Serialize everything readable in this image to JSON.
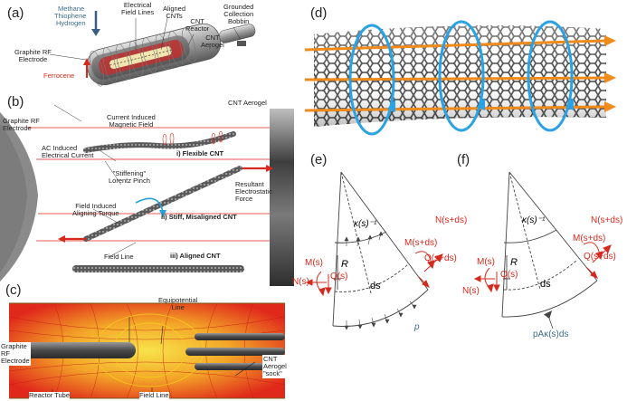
{
  "panel_a": {
    "label": "(a)",
    "gases": [
      "Methane",
      "Thiophene",
      "Hydrogen"
    ],
    "electrical_field_lines": "Electrical\nField Lines",
    "aligned_cnts": "Aligned\nCNTs",
    "cnt_reactor": "CNT\nReactor",
    "grounded_bobbin": "Grounded\nCollection\nBobbin",
    "cnt_aerogel": "CNT\nAerogel",
    "graphite_electrode": "Graphite RF\nElectrode",
    "ferrocene": "Ferrocene"
  },
  "panel_b": {
    "label": "(b)",
    "cnt_aerogel": "CNT Aerogel",
    "graphite_electrode": "Graphite RF\nElectrode",
    "current_induced_field": "Current Induced\nMagnetic Field",
    "ac_current": "AC Induced\nElectrical Current",
    "stiffening": "\"Stiffening\"\nLorentz Pinch",
    "flexible": "i) Flexible CNT",
    "resultant_force": "Resultant\nElectrostatic\nForce",
    "aligning_torque": "Field Induced\nAligning Torque",
    "misaligned": "ii) Stiff, Misaligned CNT",
    "field_line": "Field Line",
    "aligned": "iii) Aligned CNT"
  },
  "panel_c": {
    "label": "(c)",
    "equipotential": "Equipotential\nLine",
    "graphite_electrode": "Graphite\nRF\nElectrode",
    "cnt_aerogel_sock": "CNT\nAerogel\n\"sock\"",
    "reactor_tube": "Reactor Tube",
    "field_line": "Field Line"
  },
  "panel_d": {
    "label": "(d)"
  },
  "panel_e": {
    "label": "(e)",
    "kappa": "κ(s)⁻¹",
    "R": "R",
    "ds": "ds",
    "M_s": "M(s)",
    "Q_s": "Q(s)",
    "N_s": "N(s)",
    "M_sds": "M(s+ds)",
    "N_sds": "N(s+ds)",
    "Q_sds": "Q(s+ds)",
    "p": "p"
  },
  "panel_f": {
    "label": "(f)",
    "kappa": "κ(s)⁻¹",
    "R": "R",
    "ds": "ds",
    "M_s": "M(s)",
    "Q_s": "Q(s)",
    "N_s": "N(s)",
    "M_sds": "M(s+ds)",
    "N_sds": "N(s+ds)",
    "Q_sds": "Q(s+ds)",
    "load": "pAκ(s)ds"
  },
  "colors": {
    "red_label": "#d62a1e",
    "blue_label": "#3d6e8a",
    "ring_blue": "#2aa3e6",
    "arrow_orange": "#f08a1a",
    "field_red": "#e0281b",
    "field_yellow": "#f5d21c"
  }
}
